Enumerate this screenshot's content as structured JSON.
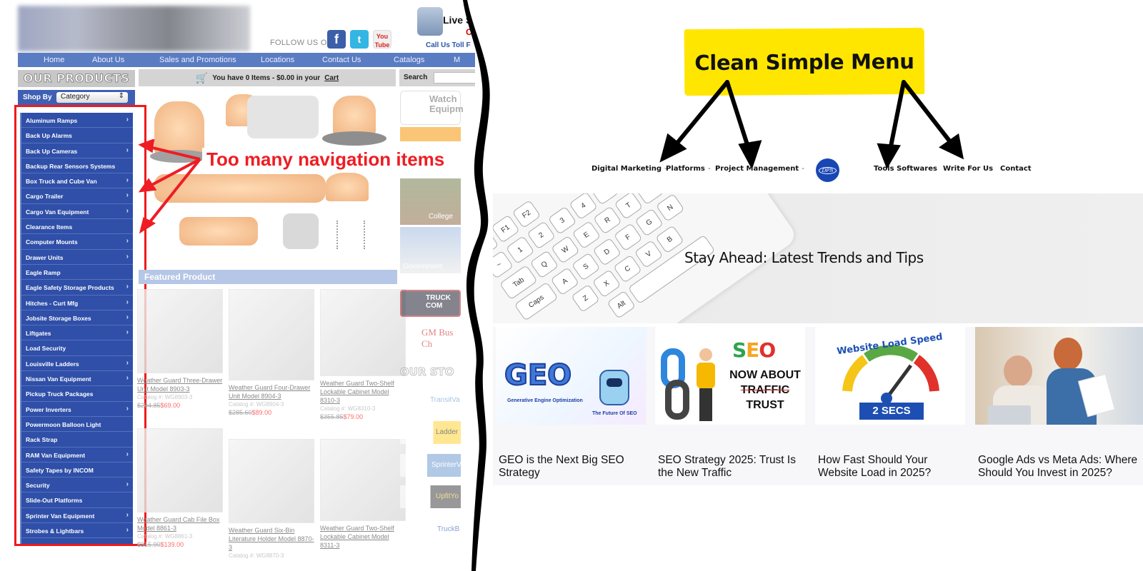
{
  "left_panel": {
    "follow_label": "FOLLOW US ON",
    "social_icons": [
      "facebook-icon",
      "twitter-icon",
      "youtube-icon"
    ],
    "live_support": "Live S",
    "call_us": "Call Us Toll F",
    "top_nav": [
      "Home",
      "About Us",
      "Sales and Promotions",
      "Locations",
      "Contact Us",
      "Catalogs",
      "M"
    ],
    "our_products_heading": "OUR PRODUCTS",
    "cart_text": "You have 0 Items - $0.00 in your",
    "cart_link": "Cart",
    "search_label": "Search",
    "shop_by_label": "Shop By",
    "shop_by_value": "Category",
    "categories": [
      {
        "label": "Aluminum Ramps",
        "sub": true
      },
      {
        "label": "Back Up Alarms",
        "sub": false
      },
      {
        "label": "Back Up Cameras",
        "sub": true
      },
      {
        "label": "Backup Rear Sensors Systems",
        "sub": false
      },
      {
        "label": "Box Truck and Cube Van",
        "sub": true
      },
      {
        "label": "Cargo Trailer",
        "sub": true
      },
      {
        "label": "Cargo Van Equipment",
        "sub": true
      },
      {
        "label": "Clearance Items",
        "sub": false
      },
      {
        "label": "Computer Mounts",
        "sub": true
      },
      {
        "label": "Drawer Units",
        "sub": true
      },
      {
        "label": "Eagle Ramp",
        "sub": false
      },
      {
        "label": "Eagle Safety Storage Products",
        "sub": true
      },
      {
        "label": "Hitches - Curt Mfg",
        "sub": true
      },
      {
        "label": "Jobsite Storage Boxes",
        "sub": true
      },
      {
        "label": "Liftgates",
        "sub": true
      },
      {
        "label": "Load Security",
        "sub": false
      },
      {
        "label": "Louisville Ladders",
        "sub": true
      },
      {
        "label": "Nissan Van Equipment",
        "sub": true
      },
      {
        "label": "Pickup Truck Packages",
        "sub": false
      },
      {
        "label": "Power Inverters",
        "sub": true
      },
      {
        "label": "Powermoon Balloon Light",
        "sub": false
      },
      {
        "label": "Rack Strap",
        "sub": false
      },
      {
        "label": "RAM Van Equipment",
        "sub": true
      },
      {
        "label": "Safety Tapes by INCOM",
        "sub": false
      },
      {
        "label": "Security",
        "sub": true
      },
      {
        "label": "Slide-Out Platforms",
        "sub": false
      },
      {
        "label": "Sprinter Van Equipment",
        "sub": true
      },
      {
        "label": "Strobes & Lightbars",
        "sub": true
      }
    ],
    "annotation": "Too many navigation items",
    "featured_heading": "Featured Product",
    "products": [
      {
        "title": "Weather Guard Three-Drawer Unit Model 8903-3",
        "catalog": "Catalog #: WG8903-3",
        "old_price": "$204.85",
        "price": "$69.00"
      },
      {
        "title": "Weather Guard Four-Drawer Unit Model 8904-3",
        "catalog": "Catalog #: WG8904-3",
        "old_price": "$285.60",
        "price": "$89.00"
      },
      {
        "title": "Weather Guard Two-Shelf Lockable Cabinet Model 8310-3",
        "catalog": "Catalog #: WG8310-3",
        "old_price": "$355.85",
        "price": "$79.00"
      },
      {
        "title": "Weather Guard Cab File Box Model 8861-3",
        "catalog": "Catalog #: WG8861-3",
        "old_price": "$315.90",
        "price": "$139.00"
      },
      {
        "title": "Weather Guard Six-Bin Literature Holder Model 8870-3",
        "catalog": "Catalog #: WG8870-3",
        "old_price": "",
        "price": ""
      },
      {
        "title": "Weather Guard Two-Shelf Lockable Cabinet Model 8311-3",
        "catalog": "",
        "old_price": "",
        "price": ""
      }
    ],
    "side_ads": [
      "Watch Equipm",
      "College",
      "Government",
      "TRUCK COM",
      "GM Bus Ch",
      "OUR STO",
      "TransitVa",
      "Ladder",
      "SprinterVa",
      "UpfitYo",
      "TruckB"
    ]
  },
  "right_panel": {
    "callout": "Clean Simple Menu",
    "nav": [
      {
        "label": "Digital Marketing",
        "dropdown": true
      },
      {
        "label": "Platforms",
        "dropdown": true
      },
      {
        "label": "Project Management",
        "dropdown": true
      },
      {
        "label": "Tools Softwares",
        "dropdown": false
      },
      {
        "label": "Write For Us",
        "dropdown": false
      },
      {
        "label": "Contact",
        "dropdown": false
      }
    ],
    "logo_text": "DPN",
    "hero_title": "Stay Ahead: Latest Trends and Tips",
    "cards": [
      {
        "title": "GEO is the Next Big SEO Strategy",
        "img_big": "GEO",
        "img_sub": "Generative Engine Optimization",
        "img_note": "The Future Of SEO"
      },
      {
        "title": "SEO Strategy 2025: Trust Is the New Traffic",
        "img_big": "SEO",
        "img_lines": [
          "NOW ABOUT",
          "TRAFFIC",
          "TRUST"
        ]
      },
      {
        "title": "How Fast Should Your Website Load in 2025?",
        "img_big": "Website Load Speed",
        "img_badge": "2 SECS"
      },
      {
        "title": "Google Ads vs Meta Ads: Where Should You Invest in 2025?"
      }
    ]
  }
}
